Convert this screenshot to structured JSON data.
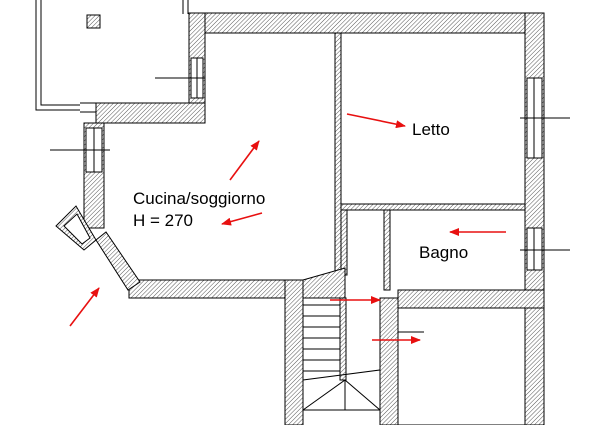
{
  "rooms": {
    "cucina": {
      "name": "Cucina/soggiorno",
      "height_label": "H = 270"
    },
    "letto": {
      "name": "Letto"
    },
    "bagno": {
      "name": "Bagno"
    }
  },
  "colors": {
    "wall_stroke": "#000000",
    "hatch": "#555555",
    "arrow": "#e81010",
    "background": "#ffffff"
  }
}
